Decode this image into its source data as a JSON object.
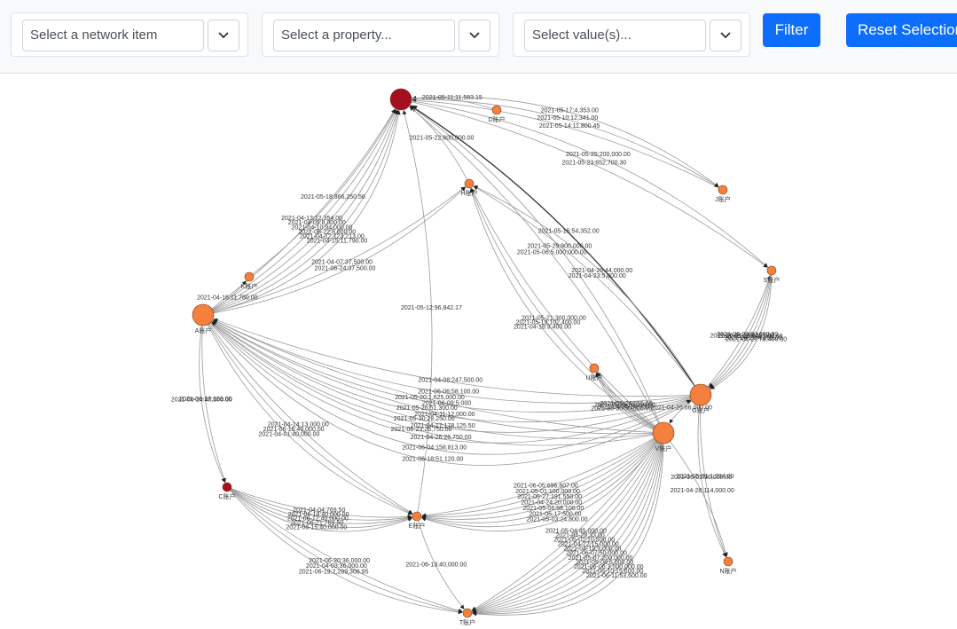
{
  "filters": {
    "network_item": {
      "placeholder": "Select a network item"
    },
    "property": {
      "placeholder": "Select a property..."
    },
    "values": {
      "placeholder": "Select value(s)..."
    }
  },
  "buttons": {
    "filter": "Filter",
    "reset": "Reset Selection"
  },
  "colors": {
    "primary": "#0d6efd",
    "node_orange": "#f5803e",
    "node_darkred": "#a50f22",
    "edge": "#9a9a9a"
  },
  "graph": {
    "nodes": [
      {
        "id": "top",
        "label": "",
        "size": "large",
        "color": "#a50f22"
      },
      {
        "id": "D",
        "label": "D账户",
        "size": "small",
        "color": "#f5803e"
      },
      {
        "id": "H",
        "label": "H账户",
        "size": "small",
        "color": "#f5803e"
      },
      {
        "id": "J",
        "label": "J账户",
        "size": "small",
        "color": "#f5803e"
      },
      {
        "id": "S",
        "label": "S账户",
        "size": "small",
        "color": "#f5803e"
      },
      {
        "id": "K",
        "label": "K账户",
        "size": "small",
        "color": "#f5803e"
      },
      {
        "id": "A",
        "label": "A账户",
        "size": "large",
        "color": "#f5803e"
      },
      {
        "id": "U",
        "label": "U账户",
        "size": "small",
        "color": "#f5803e"
      },
      {
        "id": "G",
        "label": "G账户",
        "size": "large",
        "color": "#f5803e"
      },
      {
        "id": "V",
        "label": "V账户",
        "size": "large",
        "color": "#f5803e"
      },
      {
        "id": "C",
        "label": "C账户",
        "size": "small",
        "color": "#a50f22"
      },
      {
        "id": "E",
        "label": "E账户",
        "size": "small",
        "color": "#f5803e"
      },
      {
        "id": "N",
        "label": "N账户",
        "size": "small",
        "color": "#f5803e"
      },
      {
        "id": "T",
        "label": "T账户",
        "size": "small",
        "color": "#f5803e"
      }
    ],
    "edges": [
      {
        "s": "D",
        "t": "top",
        "label": "2021-05-11:11,583.15"
      },
      {
        "s": "J",
        "t": "top",
        "label": "2021-05-14:11,800.45"
      },
      {
        "s": "H",
        "t": "top",
        "label": "2021-05-22:600,000.00"
      },
      {
        "s": "top",
        "t": "J",
        "label": "2021-05-10:12,341.00"
      },
      {
        "s": "top",
        "t": "J",
        "label": "2021-05-17:4,353.00"
      },
      {
        "s": "top",
        "t": "S",
        "label": "2021-05-23:652,700.30"
      },
      {
        "s": "top",
        "t": "S",
        "label": "2021-05-25:200,000.00"
      },
      {
        "s": "A",
        "t": "top",
        "label": "2021-04-13:12,354.00"
      },
      {
        "s": "A",
        "t": "top",
        "label": "2021-04-05:8,000.00"
      },
      {
        "s": "A",
        "t": "top",
        "label": "2021-04-10:94,000.00"
      },
      {
        "s": "A",
        "t": "top",
        "label": "2021-06-22:8,000.00"
      },
      {
        "s": "A",
        "t": "top",
        "label": "2021-04-12:123,213.00"
      },
      {
        "s": "A",
        "t": "top",
        "label": "2021-04-15:11,790.00"
      },
      {
        "s": "K",
        "t": "top",
        "label": "2021-05-18:366,250.56"
      },
      {
        "s": "A",
        "t": "H",
        "label": "2021-04-07:37,500.00"
      },
      {
        "s": "A",
        "t": "H",
        "label": "2021-06-24:37,500.00"
      },
      {
        "s": "E",
        "t": "top",
        "label": "2021-05-12:96,842.17"
      },
      {
        "s": "G",
        "t": "top",
        "label": "2021-05-15:54,352.00"
      },
      {
        "s": "V",
        "t": "H",
        "label": "2021-05-21:300,000.00"
      },
      {
        "s": "V",
        "t": "H",
        "label": "2021-05-19:102,400.00"
      },
      {
        "s": "V",
        "t": "top",
        "label": "2021-05-06:5,000,000.00"
      },
      {
        "s": "G",
        "t": "H",
        "label": "2021-04-23:5,000.00"
      },
      {
        "s": "V",
        "t": "top",
        "label": "2021-05-29:800,000.00"
      },
      {
        "s": "G",
        "t": "H",
        "label": "2021-04-26:44,000.00"
      },
      {
        "s": "V",
        "t": "H",
        "label": "2021-04-18:9,400.00"
      },
      {
        "s": "G",
        "t": "S",
        "label": "2021-06-01:235,451.00"
      },
      {
        "s": "V",
        "t": "U",
        "label": "2021-05-24:655.60"
      },
      {
        "s": "V",
        "t": "U",
        "label": "2021-05-29:78,210.00"
      },
      {
        "s": "S",
        "t": "G",
        "label": "2021-06-03:90,000.00"
      },
      {
        "s": "S",
        "t": "G",
        "label": "2021-05-29:600,000.00"
      },
      {
        "s": "V",
        "t": "U",
        "label": "2021-04-25:10,000"
      },
      {
        "s": "V",
        "t": "U",
        "label": "2021-06-30:50,000.00"
      },
      {
        "s": "S",
        "t": "G",
        "label": "2021-04-20:4,200.00"
      },
      {
        "s": "S",
        "t": "G",
        "label": "2021-04-27:78,400.00"
      },
      {
        "s": "A",
        "t": "K",
        "label": "2021-04-16:11,780.00"
      },
      {
        "s": "G",
        "t": "A",
        "label": "2021-04-08:247,500.00"
      },
      {
        "s": "G",
        "t": "A",
        "label": "2021-06-06:58,100.00"
      },
      {
        "s": "V",
        "t": "A",
        "label": "2021-05-20:1,625,000.00"
      },
      {
        "s": "V",
        "t": "A",
        "label": "2021-05-26:51,300.00"
      },
      {
        "s": "V",
        "t": "A",
        "label": "2021-05-30:28,250.00"
      },
      {
        "s": "V",
        "t": "A",
        "label": "2021-06-23:26,750.00"
      },
      {
        "s": "G",
        "t": "A",
        "label": "2021-06-09:5,000"
      },
      {
        "s": "G",
        "t": "A",
        "label": "2021-04-11:12,000.00"
      },
      {
        "s": "G",
        "t": "A",
        "label": "2021-04-17:178,125.50"
      },
      {
        "s": "G",
        "t": "A",
        "label": "2021-04-26:26,750.00"
      },
      {
        "s": "A",
        "t": "C",
        "label": "2021-06-17:123.00"
      },
      {
        "s": "A",
        "t": "C",
        "label": "2021-06-14:40,000.00"
      },
      {
        "s": "A",
        "t": "E",
        "label": "2021-04-14:13,000.00"
      },
      {
        "s": "A",
        "t": "E",
        "label": "2021-06-16:40,000.00"
      },
      {
        "s": "A",
        "t": "G",
        "label": "2021-06-04:158,813.00"
      },
      {
        "s": "A",
        "t": "G",
        "label": "2021-06-18:51,120.00"
      },
      {
        "s": "V",
        "t": "E",
        "label": "2021-06-05:696,607.00"
      },
      {
        "s": "C",
        "t": "E",
        "label": "2021-04-04:769.50"
      },
      {
        "s": "G",
        "t": "V",
        "label": "2021-04-26:66,000.00"
      },
      {
        "s": "V",
        "t": "E",
        "label": "2021-05-01:100,000.00"
      },
      {
        "s": "V",
        "t": "E",
        "label": "2021-05-27:191,550.00"
      },
      {
        "s": "C",
        "t": "E",
        "label": "2021-06-18:40,000.00"
      },
      {
        "s": "V",
        "t": "E",
        "label": "2021-04-24:20,000.00"
      },
      {
        "s": "V",
        "t": "E",
        "label": "2021-05-06:58,100.00"
      },
      {
        "s": "V",
        "t": "E",
        "label": "2021-06-17:500.00"
      },
      {
        "s": "C",
        "t": "E",
        "label": "2021-06-12:40,000.00"
      },
      {
        "s": "A",
        "t": "E",
        "label": "2021-04-01:40,000.00"
      },
      {
        "s": "V",
        "t": "N",
        "label": "2021-04-28:114,000.00"
      },
      {
        "s": "G",
        "t": "N",
        "label": "2021-05-31:1,234.00"
      },
      {
        "s": "G",
        "t": "N",
        "label": "2021-06-02:90,000.00"
      },
      {
        "s": "V",
        "t": "E",
        "label": "2021-05-03:24,800.00"
      },
      {
        "s": "C",
        "t": "E",
        "label": "2021-06-21:769.50"
      },
      {
        "s": "C",
        "t": "E",
        "label": "2021-06-15:40,000.00"
      },
      {
        "s": "V",
        "t": "T",
        "label": "2021-05-04:45,000.00"
      },
      {
        "s": "V",
        "t": "T",
        "label": "2021-04-28:33.00"
      },
      {
        "s": "V",
        "t": "T",
        "label": "2021-05-02:10,500.00"
      },
      {
        "s": "V",
        "t": "T",
        "label": "2021-04-22:15,000.00"
      },
      {
        "s": "V",
        "t": "T",
        "label": "2021-04-19:9,000.00"
      },
      {
        "s": "V",
        "t": "T",
        "label": "2021-06-07:50,000.00"
      },
      {
        "s": "V",
        "t": "T",
        "label": "2021-05-07:200,000.00"
      },
      {
        "s": "V",
        "t": "T",
        "label": "2021-05-08:6,000.00"
      },
      {
        "s": "V",
        "t": "T",
        "label": "2021-06-06:3,000,000.00"
      },
      {
        "s": "C",
        "t": "T",
        "label": "2021-06-20:36,000.00"
      },
      {
        "s": "C",
        "t": "T",
        "label": "2021-04-03:36,000.00"
      },
      {
        "s": "C",
        "t": "T",
        "label": "2021-06-19:2,289,306.95"
      },
      {
        "s": "E",
        "t": "T",
        "label": "2021-06-13:40,000.00"
      },
      {
        "s": "V",
        "t": "T",
        "label": "2021-06-10:15,600.00"
      },
      {
        "s": "V",
        "t": "T",
        "label": "2021-06-11:53,600.00"
      }
    ]
  }
}
